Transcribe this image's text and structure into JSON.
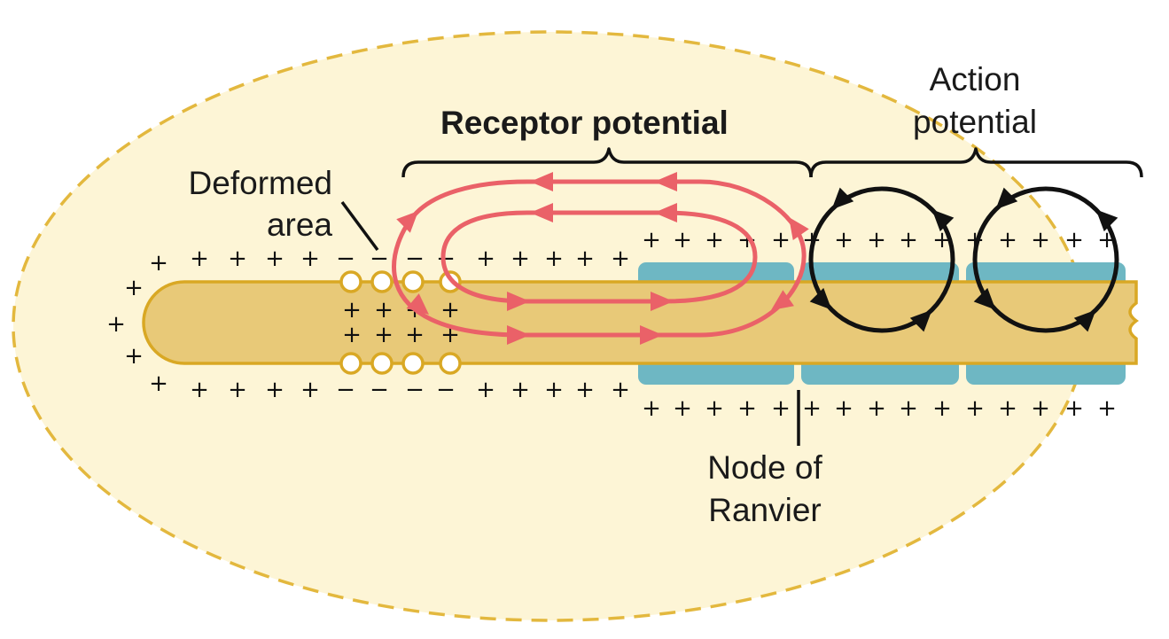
{
  "labels": {
    "receptor": "Receptor potential",
    "action_line1": "Action",
    "action_line2": "potential",
    "deformed_line1": "Deformed",
    "deformed_line2": "area",
    "node_line1": "Node of",
    "node_line2": "Ranvier"
  },
  "symbols": {
    "plus": "+",
    "minus": "−"
  },
  "colors": {
    "capsule_fill": "#fdf5d6",
    "capsule_stroke": "#e3b83e",
    "axon_fill": "#e8c978",
    "axon_stroke": "#d9a824",
    "myelin": "#6eb7c3",
    "receptor_current": "#ea6168",
    "action_current": "#111111"
  }
}
